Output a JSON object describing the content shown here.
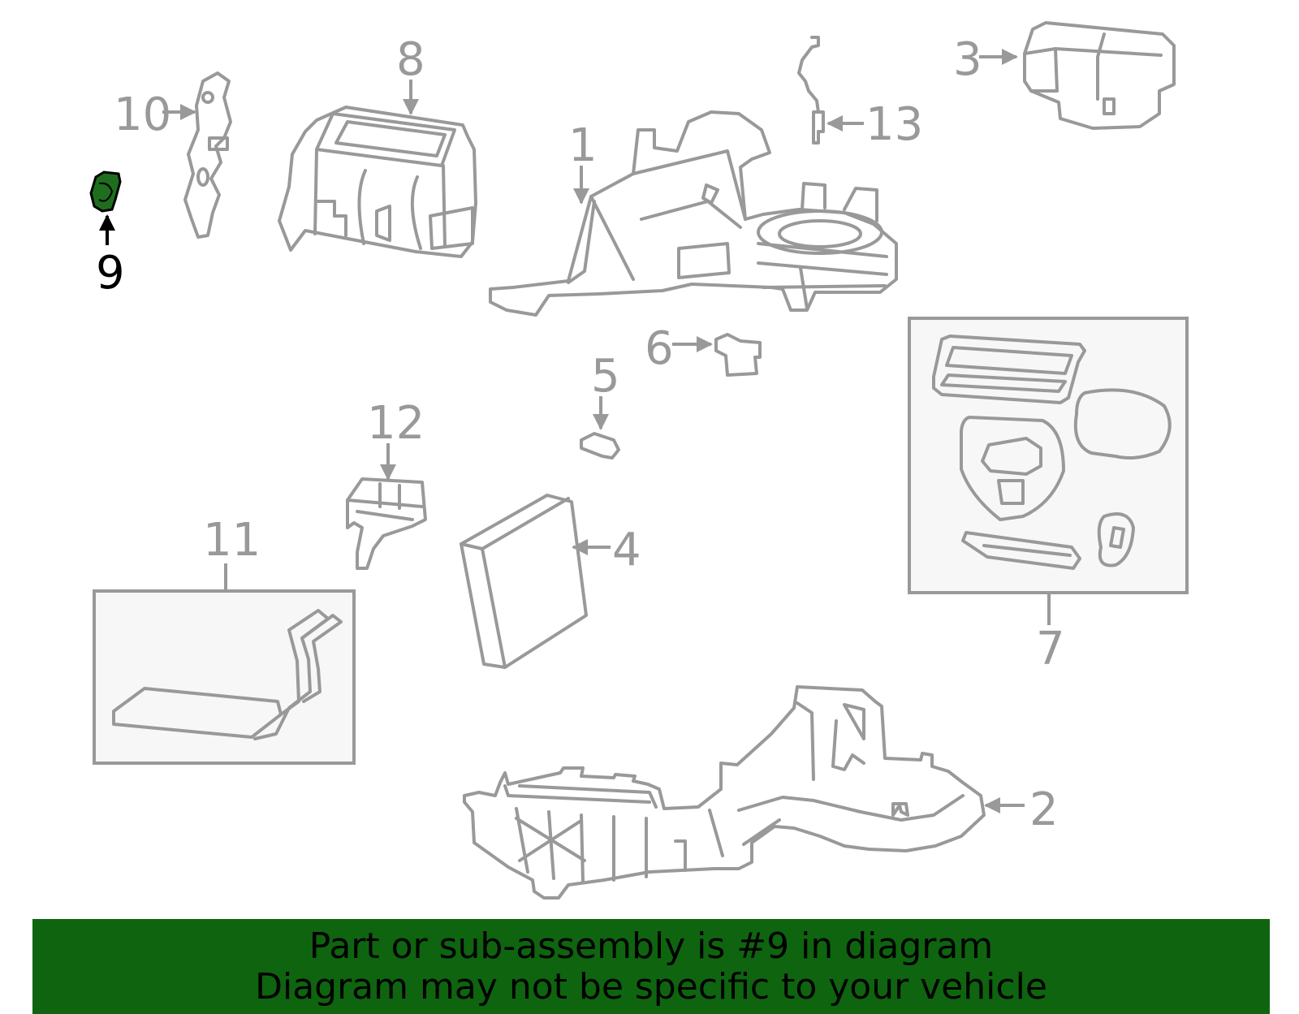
{
  "highlight_color": "#1e6e1e",
  "banner_color": "#0f640f",
  "callouts": {
    "c1": "1",
    "c2": "2",
    "c3": "3",
    "c4": "4",
    "c5": "5",
    "c6": "6",
    "c7": "7",
    "c8": "8",
    "c9": "9",
    "c10": "10",
    "c11": "11",
    "c12": "12",
    "c13": "13"
  },
  "highlighted_part": "9",
  "banner": {
    "line1": "Part or sub-assembly is #9 in diagram",
    "line2": "Diagram may not be specific to your vehicle"
  }
}
